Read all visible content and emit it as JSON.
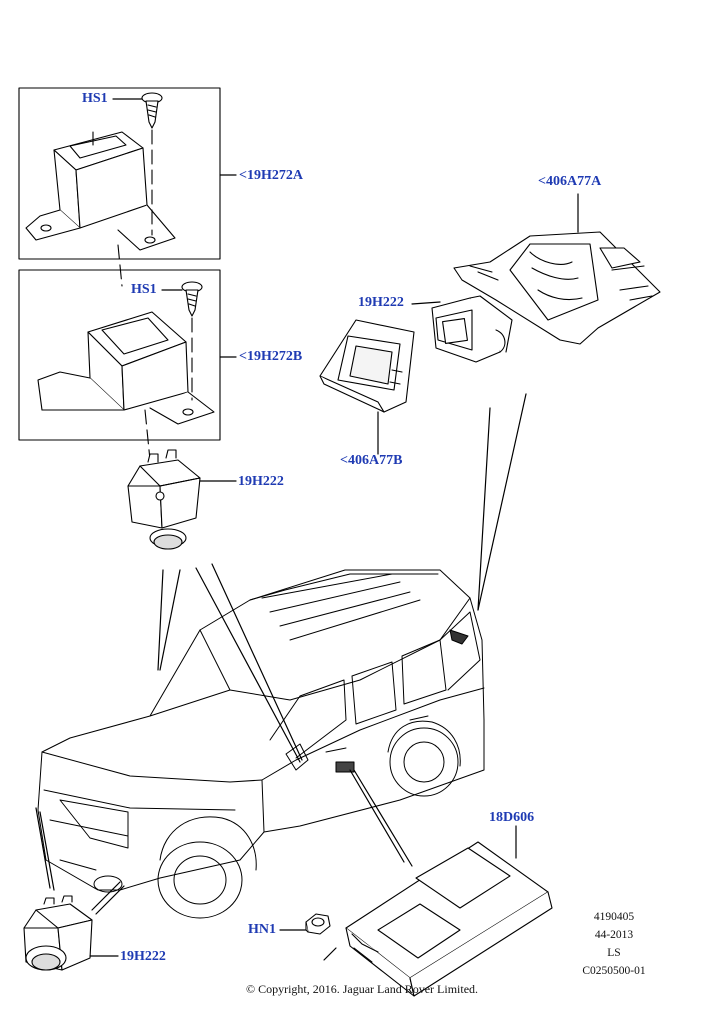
{
  "callouts": {
    "hs1_top": "HS1",
    "bracket_a": "<19H272A",
    "hs1_mid": "HS1",
    "bracket_b": "<19H272B",
    "camera_side": "19H222",
    "camera_rear": "19H222",
    "bracket_406a": "<406A77A",
    "bracket_406b": "<406A77B",
    "camera_front": "19H222",
    "module": "18D606",
    "nut": "HN1"
  },
  "meta": {
    "line1": "4190405",
    "line2": "44-2013",
    "line3": "LS",
    "line4": "C0250500-01"
  },
  "copyright": "© Copyright, 2016. Jaguar Land Rover Limited.",
  "colors": {
    "callout": "#1f3bb3",
    "line": "#000000"
  }
}
